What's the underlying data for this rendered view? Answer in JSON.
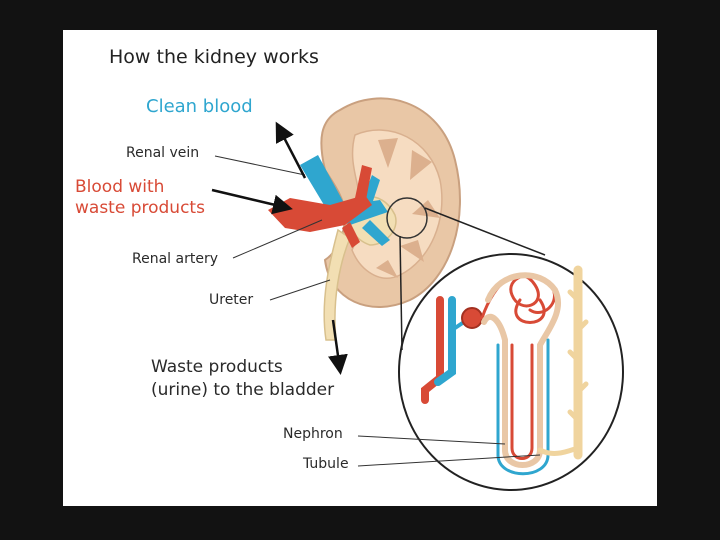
{
  "title": "How the kidney works",
  "labels": {
    "clean_blood": "Clean blood",
    "renal_vein": "Renal vein",
    "blood_with_line1": "Blood with",
    "blood_with_line2": "waste products",
    "renal_artery": "Renal artery",
    "ureter": "Ureter",
    "waste_line1": "Waste products",
    "waste_line2": "(urine) to the bladder",
    "nephron": "Nephron",
    "tubule": "Tubule"
  },
  "colors": {
    "background": "#121212",
    "panel": "#ffffff",
    "artery_red": "#d84a36",
    "vein_blue": "#2fa6cf",
    "kidney_tan": "#e9c7a6",
    "ureter_cream": "#f2dfb3"
  }
}
